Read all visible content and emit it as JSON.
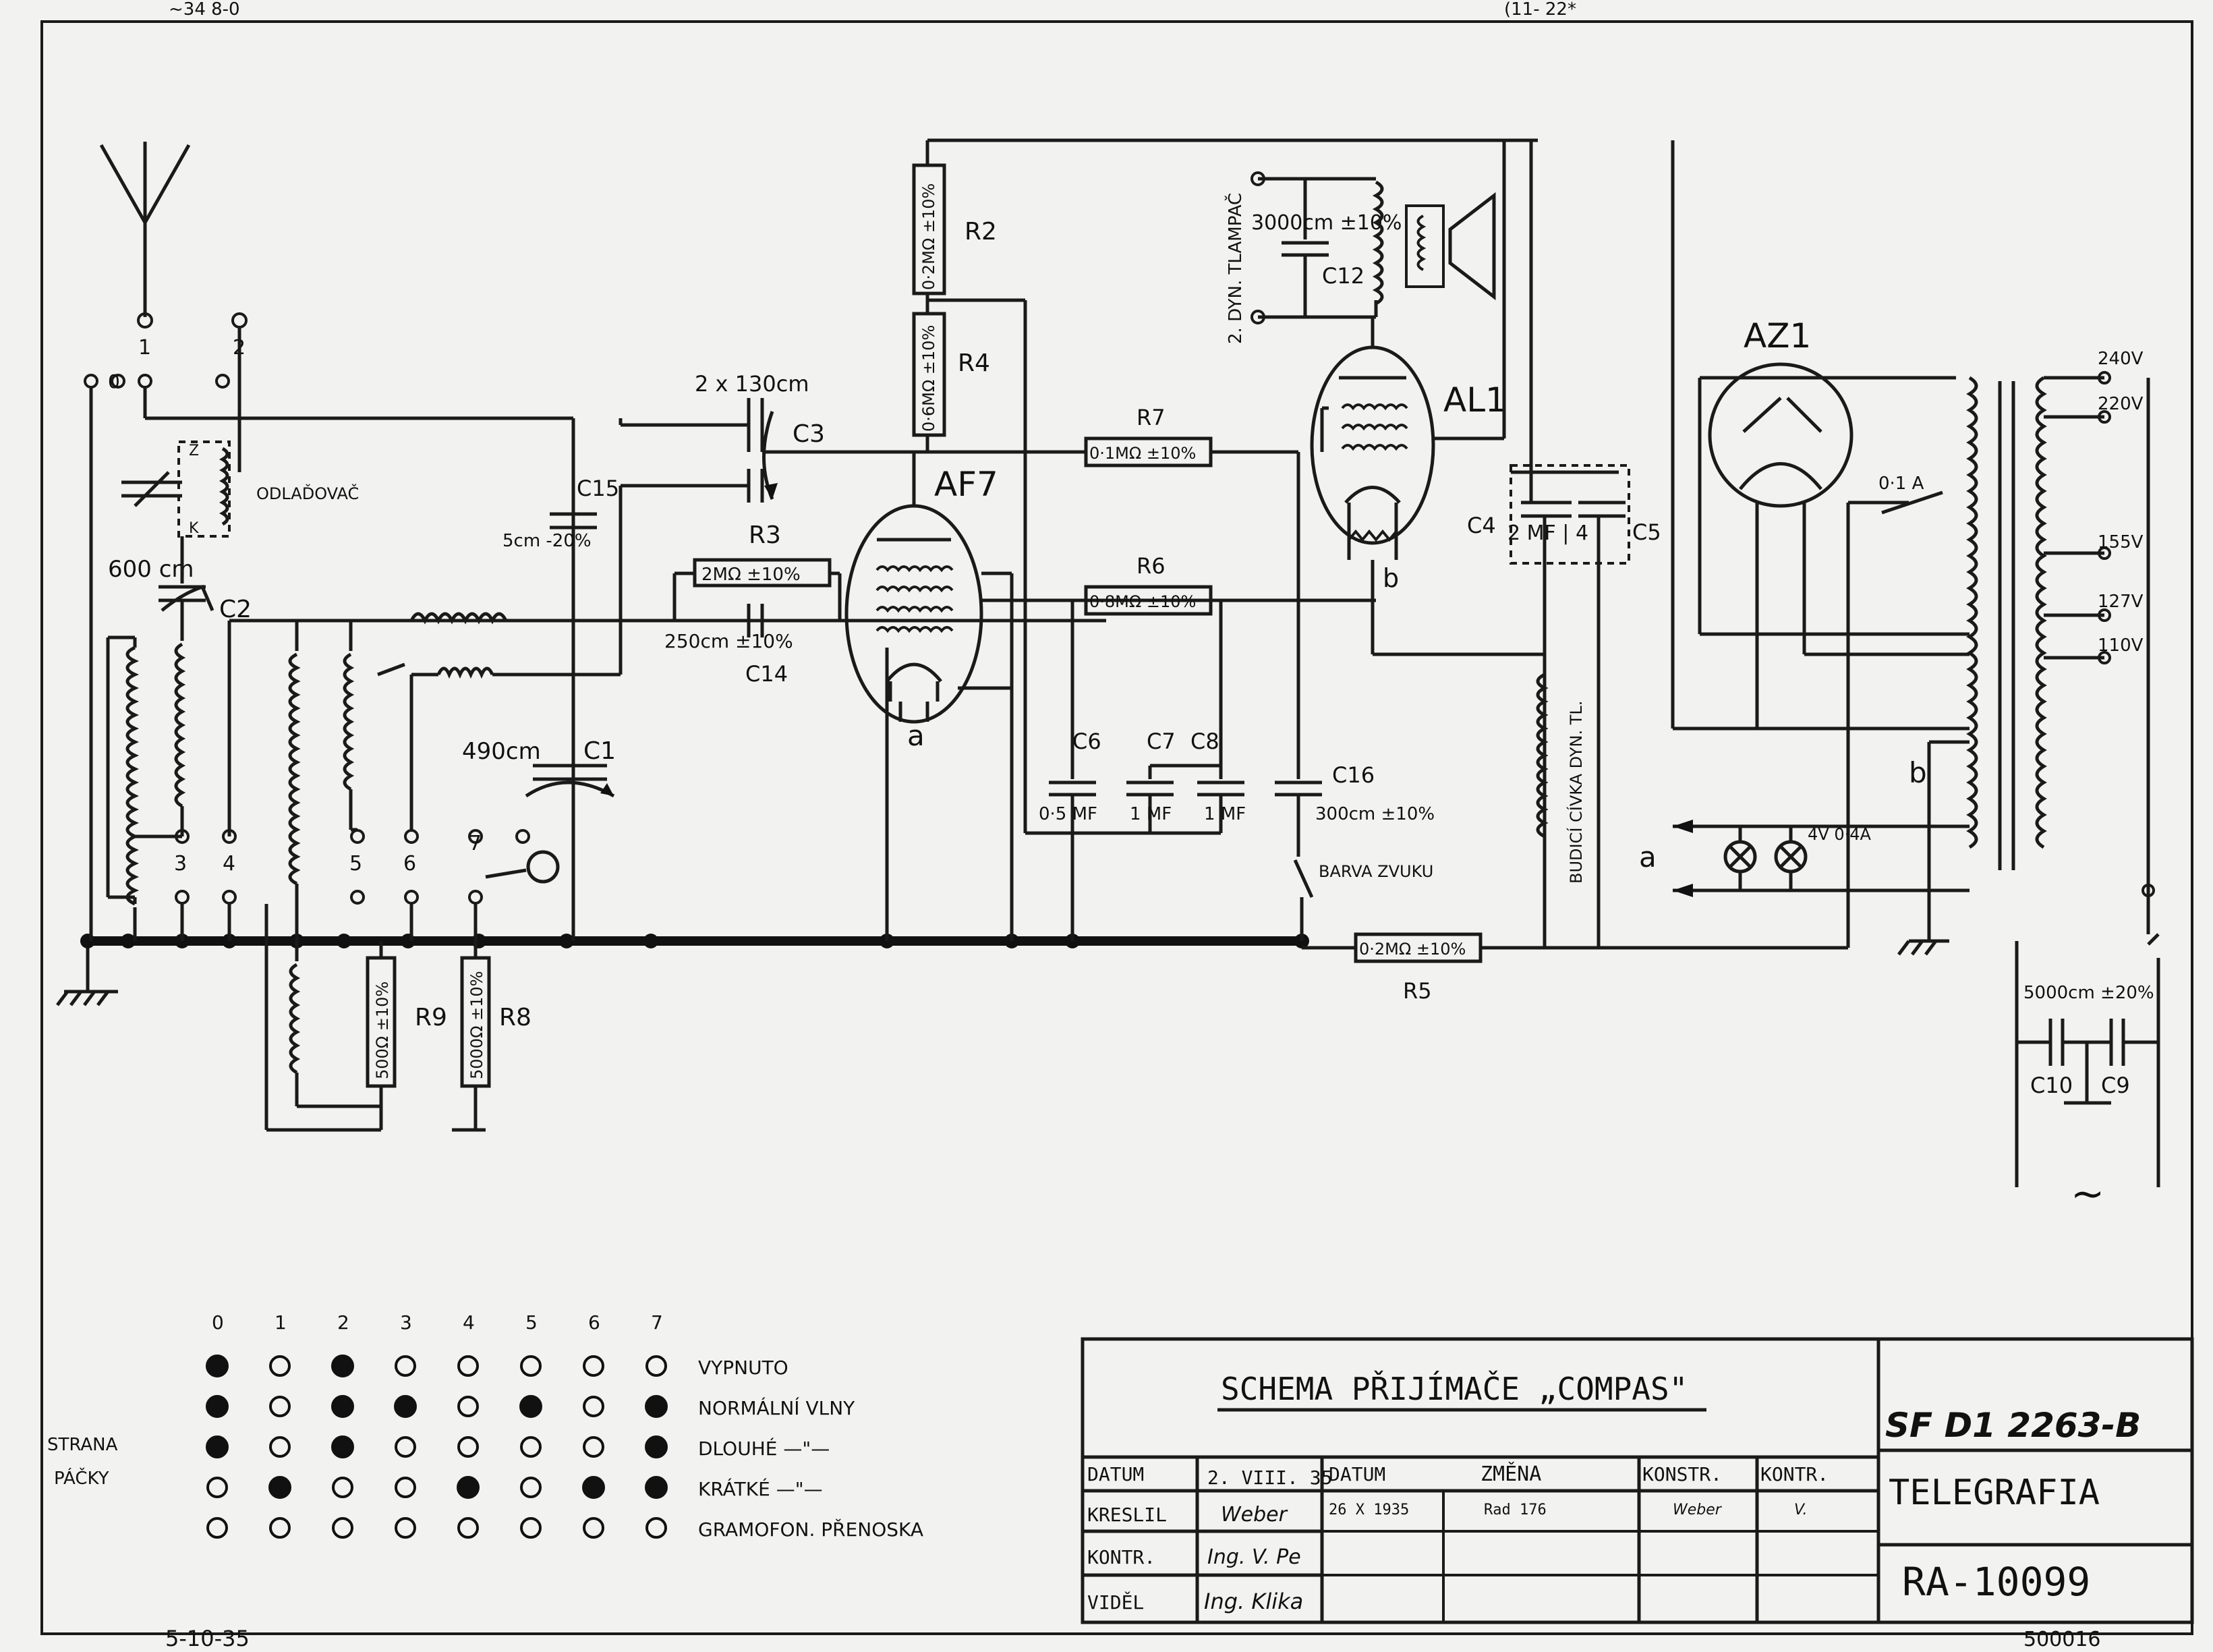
{
  "header_marks": {
    "left": "~34 8-0",
    "right": "(11- 22*"
  },
  "antenna_terminals": {
    "t1": "1",
    "t2": "2",
    "t0": "0"
  },
  "labels": {
    "odladovac": "ODLAĎOVAČ",
    "c2_val": "600 cm",
    "c2": "C2",
    "c15": "C15",
    "c15_val": "5cm -20%",
    "c1_val": "490cm",
    "c1": "C1",
    "c3_val": "2 x 130cm",
    "c3": "C3",
    "r3": "R3",
    "r3_val": "2MΩ ±10%",
    "c14_val": "250cm ±10%",
    "c14": "C14",
    "r2_val": "0·2MΩ ±10%",
    "r2": "R2",
    "r4_val": "0·6MΩ ±10%",
    "r4": "R4",
    "r7": "R7",
    "r7_val": "0·1MΩ ±10%",
    "r6": "R6",
    "r6_val": "0·8MΩ ±10%",
    "af7": "AF7",
    "al1": "AL1",
    "az1": "AZ1",
    "c12_val": "3000cm ±10%",
    "c12": "C12",
    "speaker": "2. DYN. TLAMPAČ",
    "c4": "C4",
    "c5": "C5",
    "c45_val": "2 MF | 4",
    "c6": "C6",
    "c7": "C7",
    "c8": "C8",
    "c6_val": "0·5 MF",
    "c7_val": "1 MF",
    "c8_val": "1 MF",
    "c16": "C16",
    "c16_val": "300cm ±10%",
    "barva": "BARVA ZVUKU",
    "r5_val": "0·2MΩ ±10%",
    "r5": "R5",
    "r9_val": "500Ω ±10%",
    "r9": "R9",
    "r8_val": "5000Ω ±10%",
    "r8": "R8",
    "budici": "BUDICÍ CÍVKA DYN. TL.",
    "fuse": "0·1 A",
    "v240": "240V",
    "v220": "220V",
    "v155": "155V",
    "v127": "127V",
    "v110": "110V",
    "lamp": "4V 0·4A",
    "c10c9_val": "5000cm ±20%",
    "c10": "C10",
    "c9": "C9",
    "ac": "~",
    "a": "a",
    "b": "b",
    "sw_nums": [
      "3",
      "4",
      "5",
      "6",
      "7"
    ]
  },
  "switch_table": {
    "columns": [
      "0",
      "1",
      "2",
      "3",
      "4",
      "5",
      "6",
      "7"
    ],
    "side_label": "STRANA PÁČKY",
    "rows": [
      {
        "label": "VYPNUTO",
        "states": [
          1,
          0,
          1,
          0,
          0,
          0,
          0,
          0
        ]
      },
      {
        "label": "NORMÁLNÍ VLNY",
        "states": [
          1,
          0,
          1,
          1,
          0,
          1,
          0,
          1
        ]
      },
      {
        "label": "DLOUHÉ —\"—",
        "states": [
          1,
          0,
          1,
          0,
          0,
          0,
          0,
          1
        ]
      },
      {
        "label": "KRÁTKÉ —\"—",
        "states": [
          0,
          1,
          0,
          0,
          1,
          0,
          1,
          1
        ]
      },
      {
        "label": "GRAMOFON. PŘENOSKA",
        "states": [
          0,
          0,
          0,
          0,
          0,
          0,
          0,
          0
        ]
      }
    ]
  },
  "title_block": {
    "title": "SCHEMA PŘIJÍMAČE „COMPAS\"",
    "datum_label": "DATUM",
    "datum_value": "2. VIII. 35",
    "kreslil_label": "KRESLIL",
    "kreslil_sig": "Weber",
    "kontr_label": "KONTR.",
    "kontr_sig": "Ing. V. Pe",
    "videl_label": "VIDĚL",
    "videl_sig": "Ing. Klika",
    "change_headers": [
      "DATUM",
      "ZMĚNA",
      "KONSTR.",
      "KONTR."
    ],
    "change_row": [
      "26 X 1935",
      "Rad 176",
      "Weber",
      "V."
    ],
    "drawing_no": "SF D1 2263-B",
    "company": "TELEGRAFIA",
    "model": "RA-10099"
  },
  "footer": {
    "left": "5-10-35",
    "right": "500016"
  }
}
